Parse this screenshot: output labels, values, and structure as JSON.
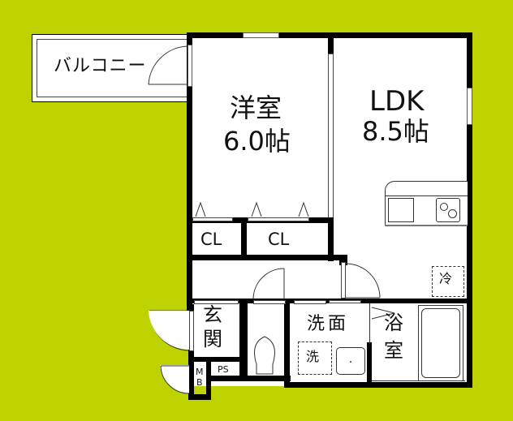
{
  "colors": {
    "background": "#bed200",
    "wall": "#000000",
    "floor": "#ffffff"
  },
  "rooms": {
    "balcony": {
      "label": "バルコニー"
    },
    "western_room": {
      "name": "洋室",
      "size": "6.0帖"
    },
    "ldk": {
      "name": "LDK",
      "size": "8.5帖"
    },
    "closet_1": {
      "label": "CL"
    },
    "closet_2": {
      "label": "CL"
    },
    "entrance": {
      "label": "玄関"
    },
    "washroom": {
      "label": "洗面"
    },
    "bathroom": {
      "label": "浴室"
    },
    "meter_box": {
      "label": "MB"
    },
    "pipe_space": {
      "label": "PS"
    }
  },
  "fixtures": {
    "fridge": {
      "label": "冷"
    },
    "washer": {
      "label": "洗"
    }
  }
}
